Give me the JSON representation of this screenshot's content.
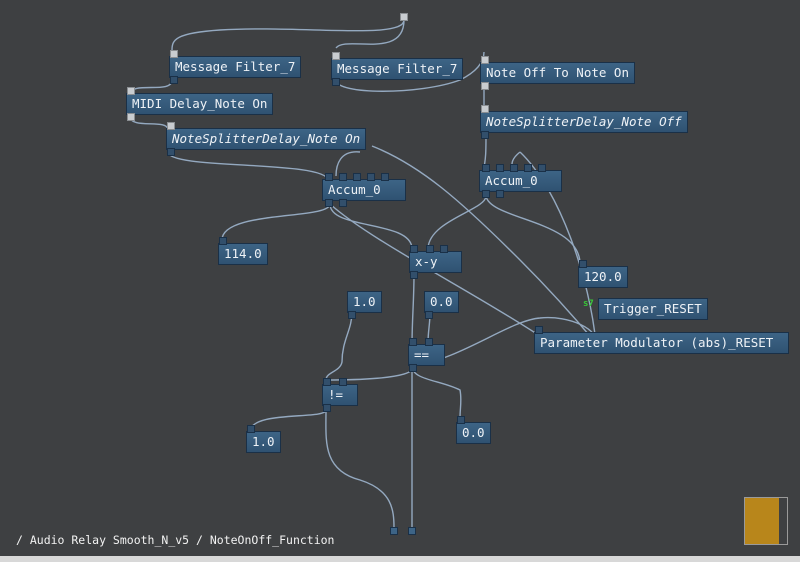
{
  "app": {
    "breadcrumb": "/ Audio Relay Smooth_N_v5 / NoteOnOff_Function",
    "accent_color": "#3d6486",
    "wire_color": "#94a9c0",
    "minimap_color": "#b8861b"
  },
  "nodes": {
    "message_filter_left": "Message Filter_7",
    "message_filter_right": "Message Filter_7",
    "note_off_to_note_on": "Note Off To Note On",
    "midi_delay_note_on": "MIDI Delay_Note On",
    "notesplitter_note_on": "NoteSplitterDelay_Note On",
    "notesplitter_note_off": "NoteSplitterDelay_Note Off",
    "accum_left": "Accum_0",
    "accum_right": "Accum_0",
    "value_114": "114.0",
    "subtract": "x-y",
    "value_120": "120.0",
    "trigger_reset": "Trigger_RESET",
    "param_modulator": "Parameter Modulator (abs)_RESET",
    "value_1_top": "1.0",
    "value_0_top": "0.0",
    "equals": "==",
    "not_equals": "!=",
    "value_1_bottom": "1.0",
    "value_0_bottom": "0.0"
  },
  "badges": {
    "trigger_index": "s7"
  }
}
